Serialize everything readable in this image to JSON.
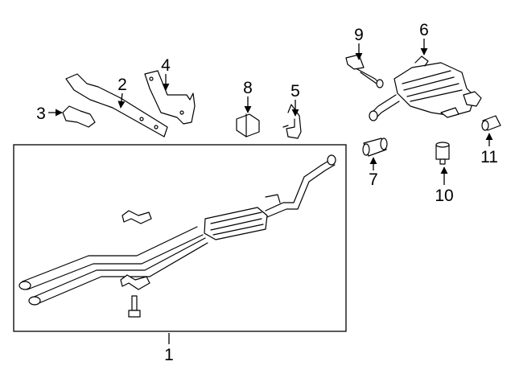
{
  "diagram": {
    "callouts": [
      {
        "id": "1",
        "part": "front-pipe-assembly"
      },
      {
        "id": "2",
        "part": "bracket"
      },
      {
        "id": "3",
        "part": "heat-shield"
      },
      {
        "id": "4",
        "part": "bracket"
      },
      {
        "id": "5",
        "part": "hanger"
      },
      {
        "id": "6",
        "part": "muffler"
      },
      {
        "id": "7",
        "part": "tail-pipe-tip"
      },
      {
        "id": "8",
        "part": "insulator"
      },
      {
        "id": "9",
        "part": "bracket"
      },
      {
        "id": "10",
        "part": "exhaust-tip"
      },
      {
        "id": "11",
        "part": "tail-pipe-tip"
      }
    ],
    "colors": {
      "line": "#000000",
      "background": "#ffffff",
      "shade": "#d8d8d8"
    }
  }
}
